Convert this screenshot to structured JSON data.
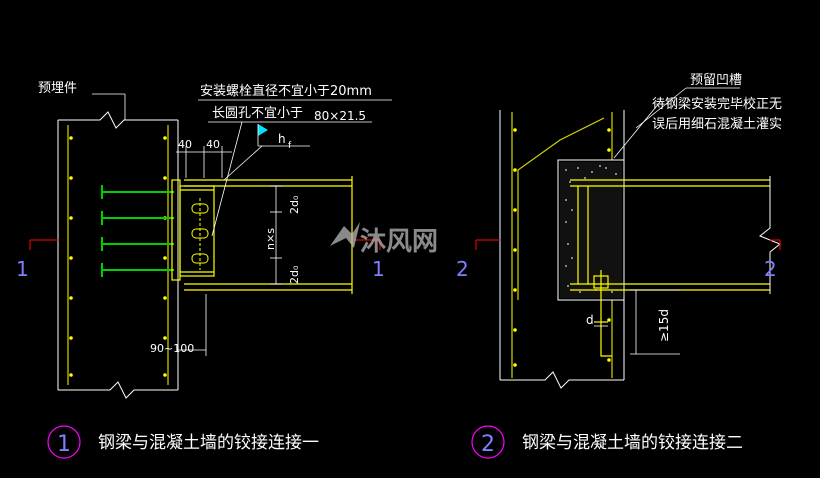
{
  "colors": {
    "background": "#000000",
    "wall": "#ffffff",
    "rebar": "#d4d400",
    "rebar_dots": "#ffff00",
    "beam": "#ffff00",
    "plate": "#ffff00",
    "anchors": "#00d000",
    "annotation": "#ffffff",
    "dimension": "#ffffff",
    "section_mark": "#e00000",
    "number_marker": "#7f7fff",
    "title_circle": "#ff00ff",
    "title_text": "#ffffff",
    "leader": "#00e5ff",
    "watermark": "#b8b8b8"
  },
  "left_detail": {
    "label_embedded_part": "预埋件",
    "note_line1": "安装螺栓直径不宜小于20mm",
    "note_line2": "长圆孔不宜小于",
    "note_slot_size": "80×21.5",
    "dim_40a": "40",
    "dim_40b": "40",
    "weld_symbol": "h",
    "weld_subscript": "f",
    "dim_2d0_top": "2d₀",
    "dim_nxs": "n×s",
    "dim_2d0_bottom": "2d₀",
    "dim_gap": "90~100",
    "section_mark": "1",
    "section_mark_right": "1"
  },
  "right_detail": {
    "label_groove": "预留凹槽",
    "note_line1": "待钢梁安装完毕校正无",
    "note_line2": "误后用细石混凝土灌实",
    "dim_d": "d",
    "dim_15d": "≥15d",
    "section_mark": "2",
    "section_mark_right": "2"
  },
  "titles": [
    {
      "number": "1",
      "text": "钢梁与混凝土墙的铰接连接一"
    },
    {
      "number": "2",
      "text": "钢梁与混凝土墙的铰接连接二"
    }
  ],
  "watermark": {
    "text": "沐风网"
  }
}
